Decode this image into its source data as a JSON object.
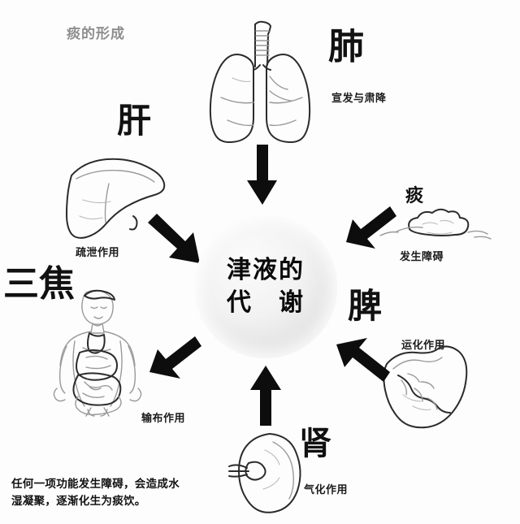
{
  "diagram": {
    "title": "痰的形成",
    "center": {
      "line1": "津液的",
      "line2": "代　谢"
    },
    "footer": {
      "line1": "任何一项功能发生障碍，会造成水",
      "line2": "湿凝聚，逐渐化生为痰饮。"
    },
    "nodes": [
      {
        "id": "lung",
        "organ": "肺",
        "function": "宣发与肃降",
        "illustration": "lungs-illustration",
        "arrow": "arrow-down"
      },
      {
        "id": "liver",
        "organ": "肝",
        "function": "疏泄作用",
        "illustration": "liver-illustration",
        "arrow": "arrow-down-right"
      },
      {
        "id": "sanjiao",
        "organ": "三焦",
        "function": "输布作用",
        "illustration": "human-body-illustration",
        "arrow": "arrow-up-right"
      },
      {
        "id": "kidney",
        "organ": "肾",
        "function": "气化作用",
        "illustration": "kidney-illustration",
        "arrow": "arrow-up"
      },
      {
        "id": "spleen",
        "organ": "脾",
        "function": "运化作用",
        "illustration": "spleen-illustration",
        "arrow": "arrow-up-left"
      },
      {
        "id": "phlegm",
        "organ": "痰",
        "function": "发生障碍",
        "illustration": "phlegm-cloud-illustration",
        "arrow": "arrow-up-right-out"
      }
    ],
    "colors": {
      "ink": "#2b2b2b",
      "arrow": "#0d0d0d",
      "title_faint": "#8e8e8e",
      "sphere_light": "#f7f7f7",
      "sphere_dark": "#cfcfcf",
      "background": "#fdfdfd"
    }
  }
}
